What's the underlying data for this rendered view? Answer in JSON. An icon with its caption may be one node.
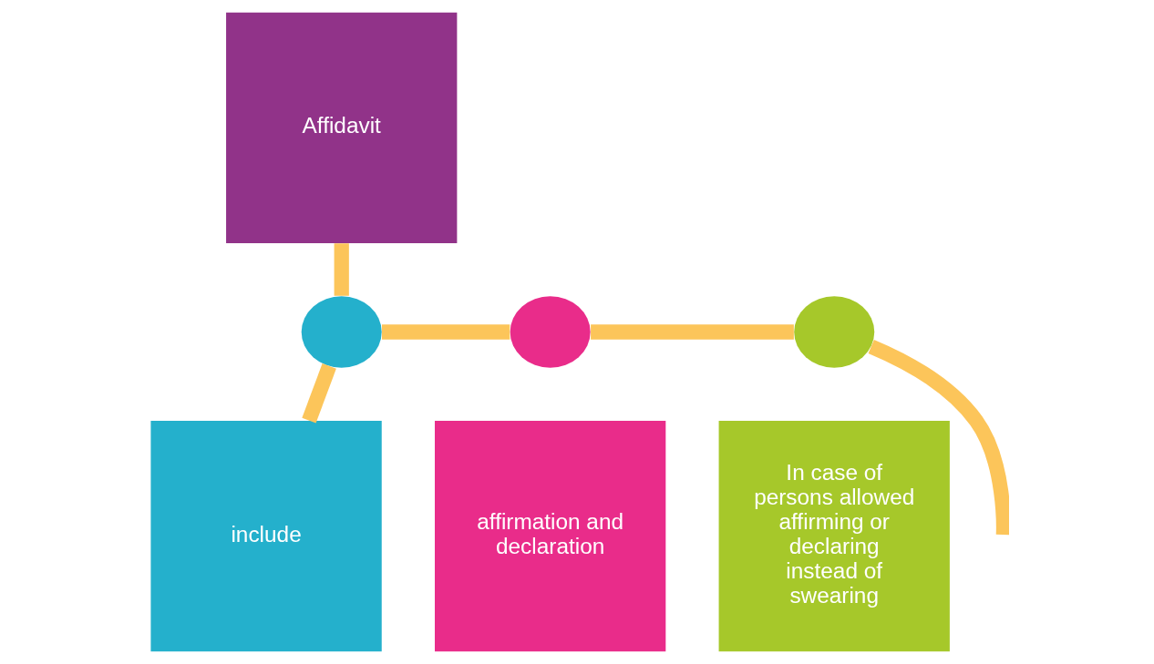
{
  "diagram": {
    "nodes": [
      {
        "text": [
          "Affidavit"
        ]
      },
      {
        "text": [],
        "shape": "circle"
      },
      {
        "text": [
          "include"
        ]
      },
      {
        "text": [],
        "shape": "circle"
      },
      {
        "text": [
          "affirmation and declaration"
        ]
      },
      {
        "text": [],
        "shape": "circle"
      },
      {
        "text": [
          "In case of persons allowed affirming or declaring instead of swearing"
        ]
      }
    ],
    "edges": [
      {
        "from": 0,
        "to": 1,
        "arrow": "none"
      },
      {
        "from": 1,
        "to": 2,
        "arrow": "none"
      },
      {
        "from": 1,
        "to": 3,
        "arrow": "none"
      },
      {
        "from": 3,
        "to": 5,
        "arrow": "none"
      },
      {
        "from": 5,
        "to": null,
        "arrow": "none"
      }
    ]
  }
}
